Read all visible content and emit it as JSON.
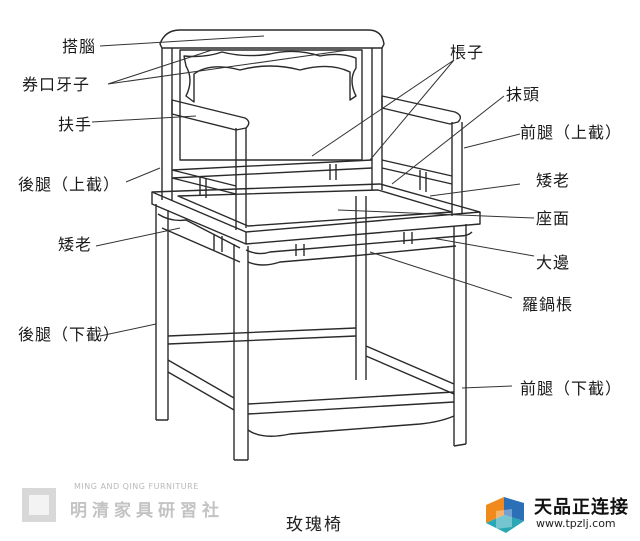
{
  "labels": {
    "dana": "搭腦",
    "quankou": "券口牙子",
    "fushou": "扶手",
    "houtui_upper": "後腿（上截）",
    "aitao_left": "矮老",
    "houtui_lower": "後腿（下截）",
    "chengzi": "棖子",
    "motou": "抹頭",
    "qiantui_upper": "前腿（上截）",
    "aitao_right": "矮老",
    "zuomian": "座面",
    "dabian": "大邊",
    "luoguocheng": "羅鍋棖",
    "qiantui_lower": "前腿（下截）"
  },
  "caption": "玫瑰椅",
  "watermark": {
    "en": "MING AND QING FURNITURE",
    "cn": "明清家具研習社"
  },
  "brand": {
    "name": "天品正连接",
    "url": "www.tpzlj.com",
    "colors": {
      "orange": "#f08a1c",
      "blue": "#2b6fb7",
      "teal": "#2aa7b5"
    }
  }
}
